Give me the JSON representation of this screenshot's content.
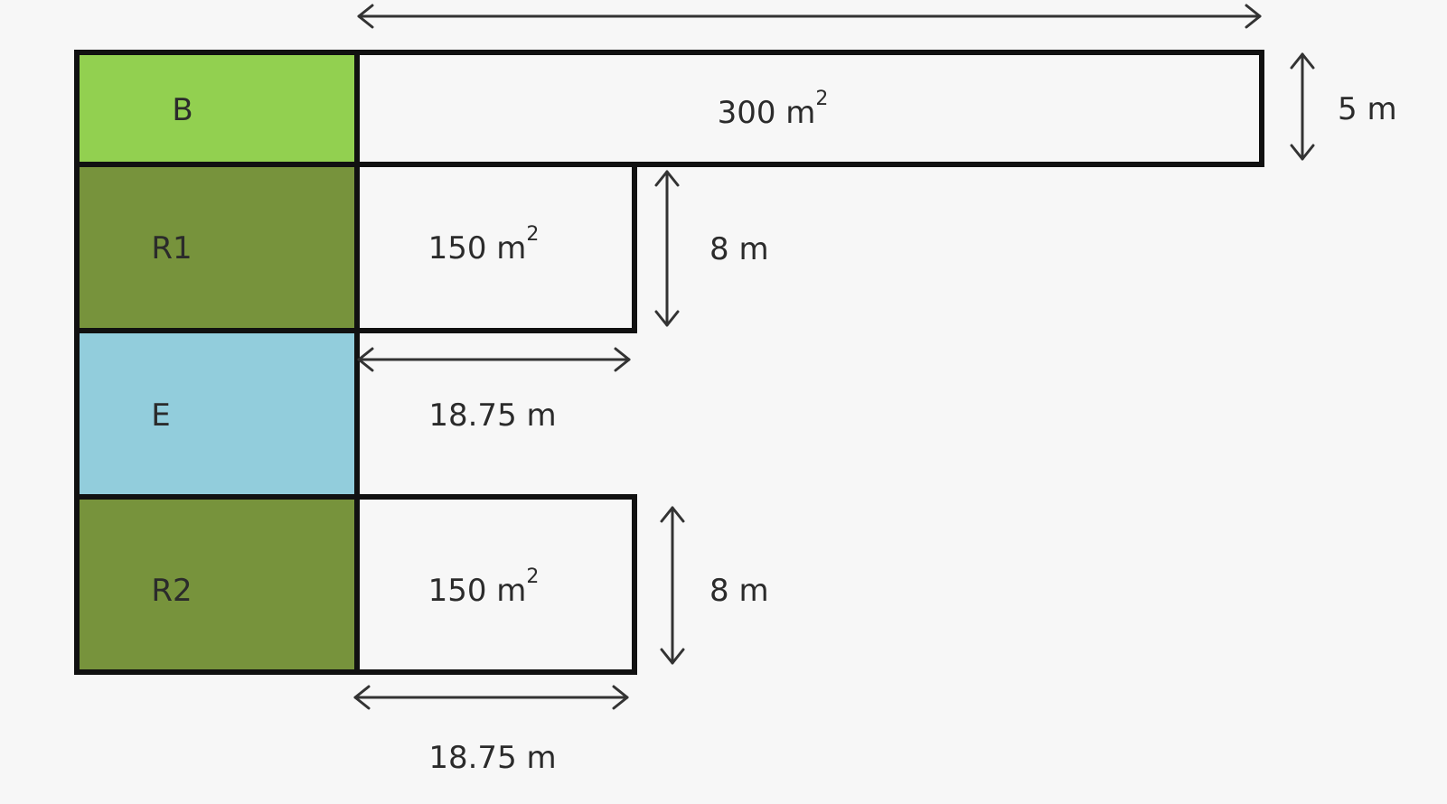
{
  "zones": [
    {
      "id": "B",
      "label": "B",
      "color": "#92d050"
    },
    {
      "id": "R1",
      "label": "R1",
      "color": "#77933c"
    },
    {
      "id": "E",
      "label": "E",
      "color": "#92cddc"
    },
    {
      "id": "R2",
      "label": "R2",
      "color": "#77933c"
    }
  ],
  "plots": {
    "b": {
      "area_value": "300 m",
      "area_sup": "2",
      "height": "5 m"
    },
    "r1": {
      "area_value": "150 m",
      "area_sup": "2",
      "height": "8 m",
      "width": "18.75 m"
    },
    "r2": {
      "area_value": "150 m",
      "area_sup": "2",
      "height": "8 m",
      "width": "18.75 m"
    }
  }
}
